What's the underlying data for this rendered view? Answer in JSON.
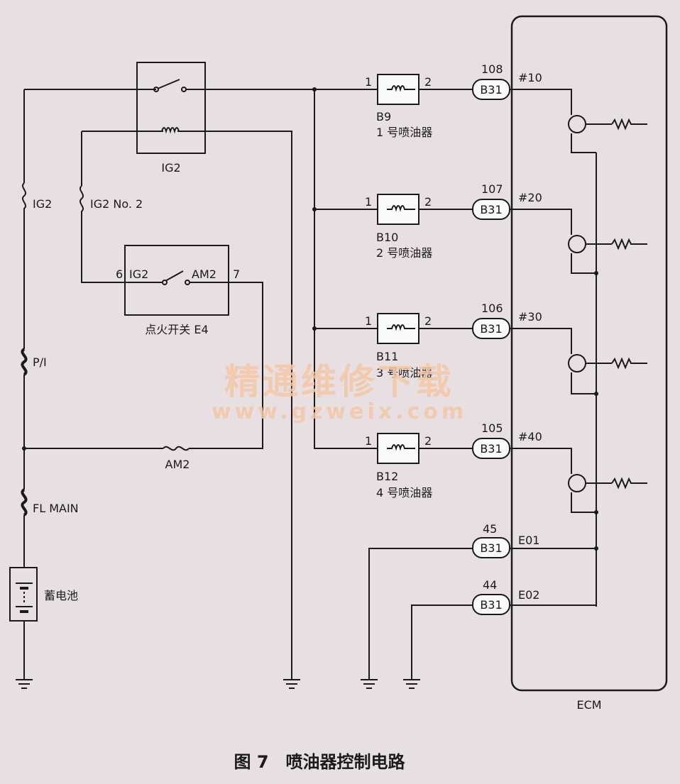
{
  "relay_ig2": "IG2",
  "fuses": {
    "ig2": "IG2",
    "ig2_no2": "IG2 No. 2",
    "pi": "P/I",
    "am2": "AM2",
    "fl_main": "FL MAIN"
  },
  "battery_label": "蓄电池",
  "ignition_switch": {
    "label": "点火开关 E4",
    "pin6": "6",
    "pin6_name": "IG2",
    "pin7": "7",
    "pin7_name": "AM2"
  },
  "injectors": [
    {
      "id": "B9",
      "name": "1 号喷油器",
      "pin_in": "1",
      "pin_out": "2",
      "ecm_pin": "108",
      "connector": "B31",
      "ecm_terminal": "#10"
    },
    {
      "id": "B10",
      "name": "2 号喷油器",
      "pin_in": "1",
      "pin_out": "2",
      "ecm_pin": "107",
      "connector": "B31",
      "ecm_terminal": "#20"
    },
    {
      "id": "B11",
      "name": "3 号喷油器",
      "pin_in": "1",
      "pin_out": "2",
      "ecm_pin": "106",
      "connector": "B31",
      "ecm_terminal": "#30"
    },
    {
      "id": "B12",
      "name": "4 号喷油器",
      "pin_in": "1",
      "pin_out": "2",
      "ecm_pin": "105",
      "connector": "B31",
      "ecm_terminal": "#40"
    }
  ],
  "grounds": [
    {
      "ecm_pin": "45",
      "connector": "B31",
      "terminal": "E01"
    },
    {
      "ecm_pin": "44",
      "connector": "B31",
      "terminal": "E02"
    }
  ],
  "ecm_label": "ECM",
  "watermark": {
    "line1": "精通维修下载",
    "line2": "www.gzweix.com"
  },
  "caption": "图 7　喷油器控制电路"
}
